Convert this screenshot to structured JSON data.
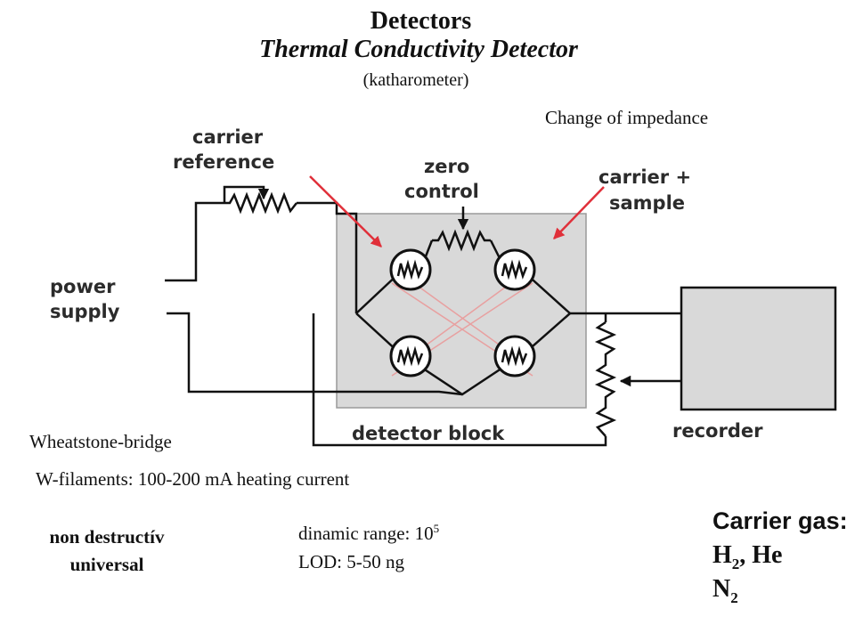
{
  "header": {
    "title": "Detectors",
    "subtitle": "Thermal Conductivity Detector",
    "subtitle_note": "(katharometer)"
  },
  "annotations": {
    "impedance": "Change of impedance",
    "wheatstone": "Wheatstone-bridge",
    "filaments": "W-filaments: 100-200 mA heating current",
    "non_destructive": "non destructív",
    "universal": "universal",
    "dynamic_range_label": "dinamic range: 10",
    "dynamic_range_exp": "5",
    "lod": "LOD: 5-50 ng"
  },
  "carrier_gas": {
    "label": "Carrier gas:",
    "h": "H",
    "h_sub": "2",
    "he": ", He",
    "n": "N",
    "n_sub": "2"
  },
  "diagram": {
    "carrier_reference_1": "carrier",
    "carrier_reference_2": "reference",
    "zero_control_1": "zero",
    "zero_control_2": "control",
    "carrier_sample_1": "carrier +",
    "carrier_sample_2": "sample",
    "power_supply_1": "power",
    "power_supply_2": "supply",
    "detector_block": "detector block",
    "recorder": "recorder",
    "colors": {
      "block_fill": "#d9d9d9",
      "cross_lines": "#e8a0a0",
      "arrow_red": "#e0303a"
    }
  }
}
